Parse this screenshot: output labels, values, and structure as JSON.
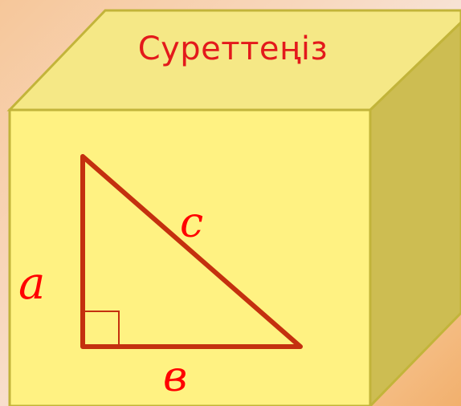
{
  "diagram": {
    "title": "Суреттеңіз",
    "labels": {
      "a": "a",
      "b": "в",
      "c": "c"
    },
    "colors": {
      "cube_front": "#fff282",
      "cube_top": "#f5e886",
      "cube_side": "#cdbd52",
      "cube_edge": "#c2b43a",
      "triangle": "#c4300f",
      "title_text": "#e3191b",
      "label_text": "#ff0000"
    }
  }
}
